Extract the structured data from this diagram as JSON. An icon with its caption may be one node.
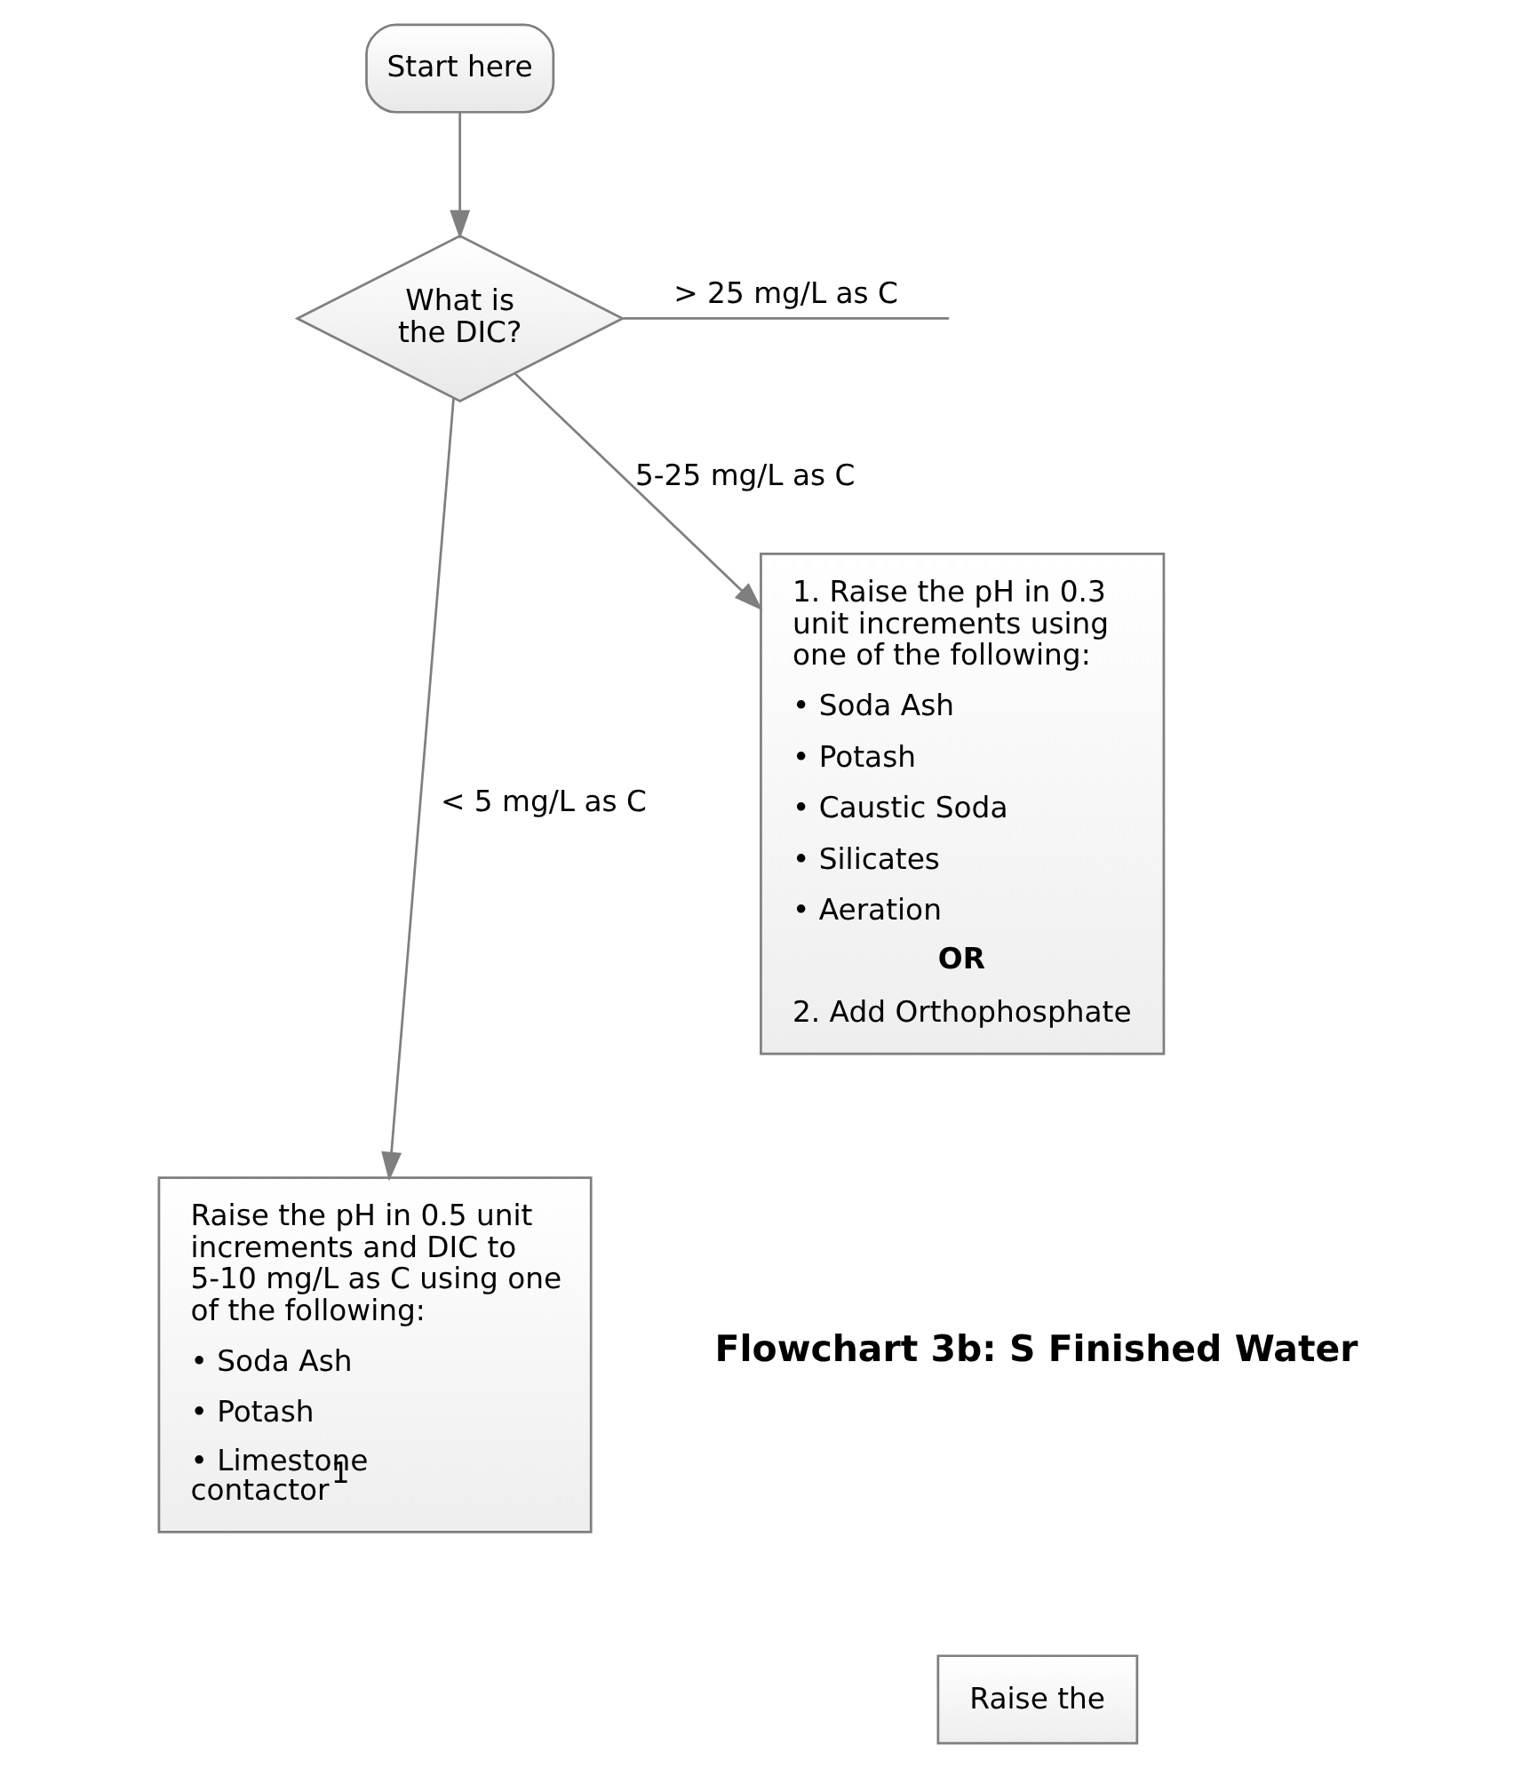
{
  "diagram": {
    "nodes": [
      {
        "text": [
          "Start here"
        ]
      },
      {
        "text": [
          "What is the DIC?"
        ]
      },
      {
        "text": [
          "Raise the pH in 0.5 unit increments and DIC to 5-10 mg/L as C using one of the following:",
          "• Soda Ash",
          "• Potash",
          "• Limestone contactor$^{1}$"
        ]
      },
      {
        "text": [
          "1. Raise the pH in 0.3 unit increments using one of the following:",
          "• Soda Ash",
          "• Potash",
          "• Caustic Soda",
          "• Silicates",
          "• Aeration",
          "OR",
          "2. Add Orthophosphate"
        ]
      },
      {
        "text": [
          "Raise the"
        ]
      }
    ],
    "edges": [
      {
        "from": 0,
        "to": 1,
        "arrow": "to"
      },
      {
        "from": 1,
        "to": 2,
        "arrow": "to",
        "label": "< 5 mg/L as C"
      },
      {
        "from": 1,
        "to": 3,
        "arrow": "to",
        "label": "5-25 mg/L as C"
      },
      {
        "from": 1,
        "to": null,
        "arrow": "none",
        "label": "> 25 mg/L as C"
      }
    ],
    "labels": [
      "Flowchart 3b: S Finished Water"
    ]
  }
}
